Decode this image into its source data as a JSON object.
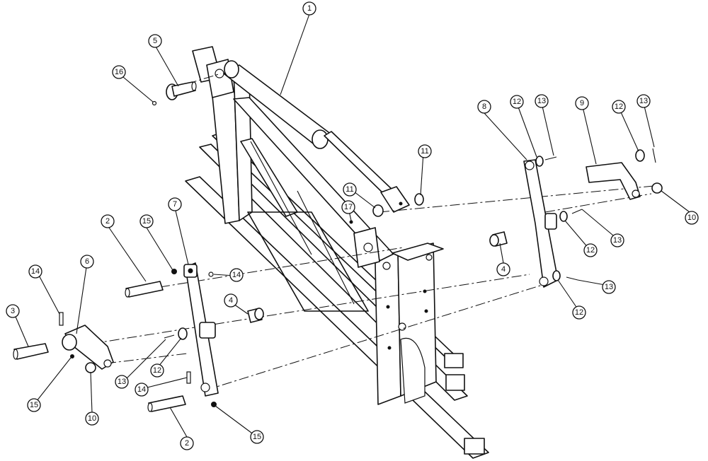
{
  "callouts": [
    {
      "label": "1"
    },
    {
      "label": "2"
    },
    {
      "label": "2"
    },
    {
      "label": "3"
    },
    {
      "label": "4"
    },
    {
      "label": "4"
    },
    {
      "label": "5"
    },
    {
      "label": "6"
    },
    {
      "label": "7"
    },
    {
      "label": "8"
    },
    {
      "label": "9"
    },
    {
      "label": "10"
    },
    {
      "label": "10"
    },
    {
      "label": "11"
    },
    {
      "label": "11"
    },
    {
      "label": "12"
    },
    {
      "label": "12"
    },
    {
      "label": "12"
    },
    {
      "label": "12"
    },
    {
      "label": "12"
    },
    {
      "label": "13"
    },
    {
      "label": "13"
    },
    {
      "label": "13"
    },
    {
      "label": "13"
    },
    {
      "label": "13"
    },
    {
      "label": "14"
    },
    {
      "label": "14"
    },
    {
      "label": "14"
    },
    {
      "label": "15"
    },
    {
      "label": "15"
    },
    {
      "label": "15"
    },
    {
      "label": "16"
    },
    {
      "label": "17"
    }
  ],
  "colors": {
    "line": "#111111",
    "background": "#ffffff"
  }
}
